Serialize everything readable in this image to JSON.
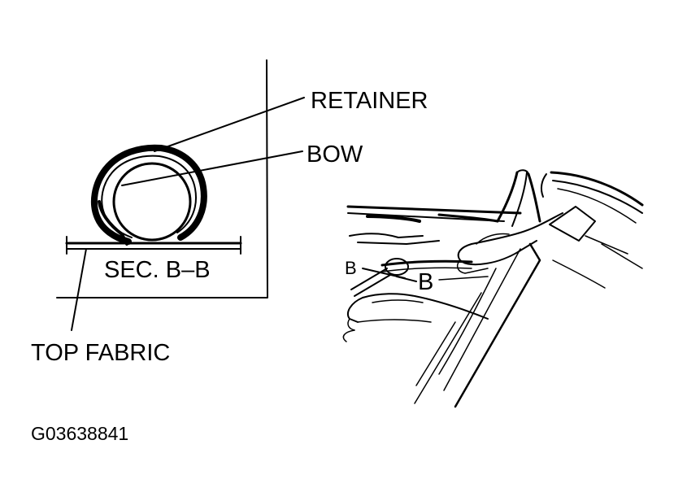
{
  "detail_view": {
    "retainer_label": "RETAINER",
    "bow_label": "BOW",
    "section_label": "SEC. B–B",
    "top_fabric_label": "TOP FABRIC"
  },
  "main_view": {
    "section_marker_left": "B",
    "section_marker_right": "B"
  },
  "figure_id": "G03638841",
  "colors": {
    "ink": "#000000",
    "paper": "#ffffff"
  }
}
